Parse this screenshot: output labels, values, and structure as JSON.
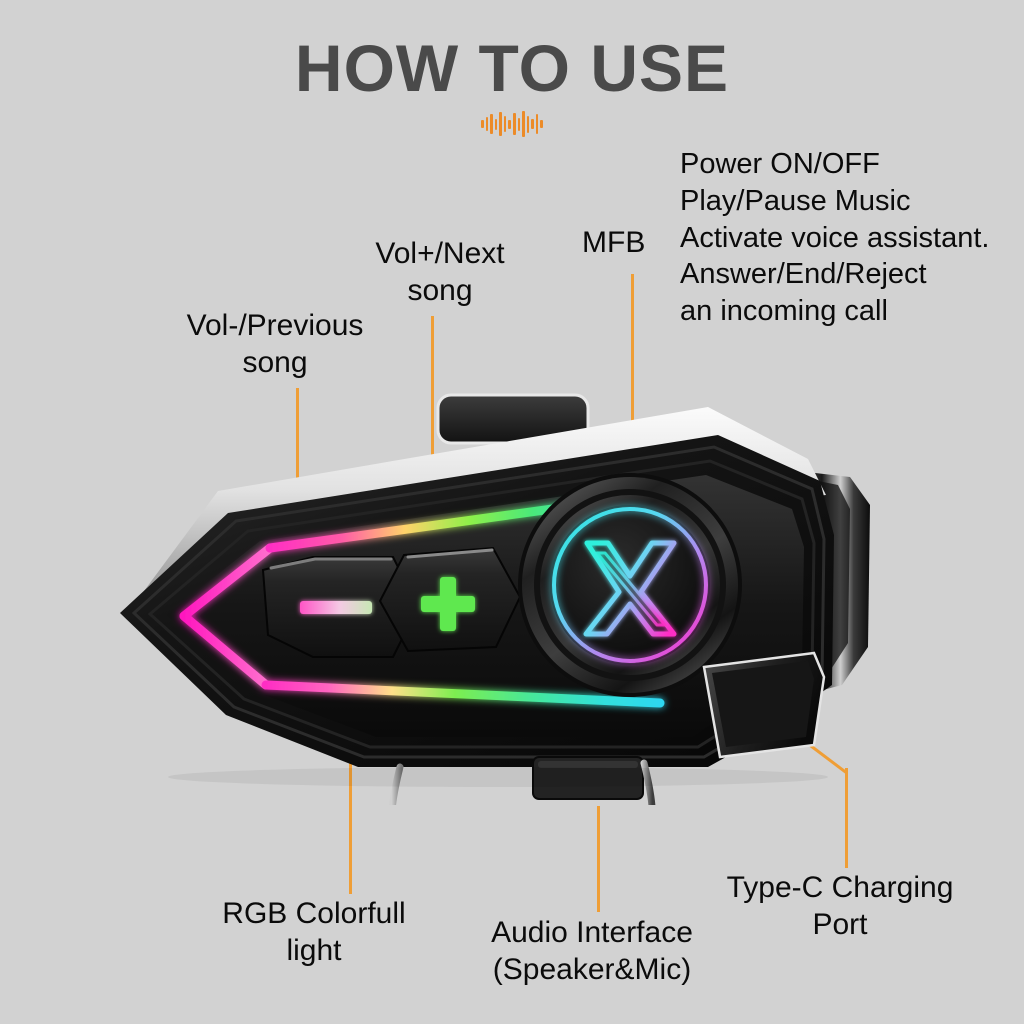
{
  "page": {
    "title": "HOW TO USE",
    "background_color": "#d2d2d2",
    "title_color": "#4a4a4a",
    "accent_color": "#ef9e36",
    "waveform_icon": "audio-waveform-icon"
  },
  "callouts": {
    "vol_minus": {
      "label": "Vol-/Previous\nsong",
      "target": "minus-button"
    },
    "vol_plus": {
      "label": "Vol+/Next\nsong",
      "target": "plus-button"
    },
    "mfb": {
      "label": "MFB",
      "target": "mfb-button",
      "description": "Power ON/OFF\nPlay/Pause Music\nActivate voice assistant.\nAnswer/End/Reject\nan incoming call"
    },
    "rgb_light": {
      "label": "RGB Colorfull\nlight",
      "target": "rgb-light-strip"
    },
    "audio_interface": {
      "label": "Audio Interface\n(Speaker&Mic)",
      "target": "audio-interface-port"
    },
    "type_c": {
      "label": "Type-C Charging\nPort",
      "target": "type-c-port"
    }
  },
  "device": {
    "name": "motorcycle-helmet-bluetooth-headset",
    "buttons": {
      "minus_symbol": "−",
      "plus_symbol": "+",
      "mfb_logo": "X"
    },
    "colors": {
      "body_dark": "#121212",
      "body_edge": "#f1f1f1",
      "rgb_magenta": "#ff2ec4",
      "rgb_pink": "#ff5bc8",
      "rgb_green": "#57e84a",
      "rgb_cyan": "#2fe3e0",
      "plus_green": "#5ee84f",
      "minus_pink": "#ff63c9"
    }
  }
}
